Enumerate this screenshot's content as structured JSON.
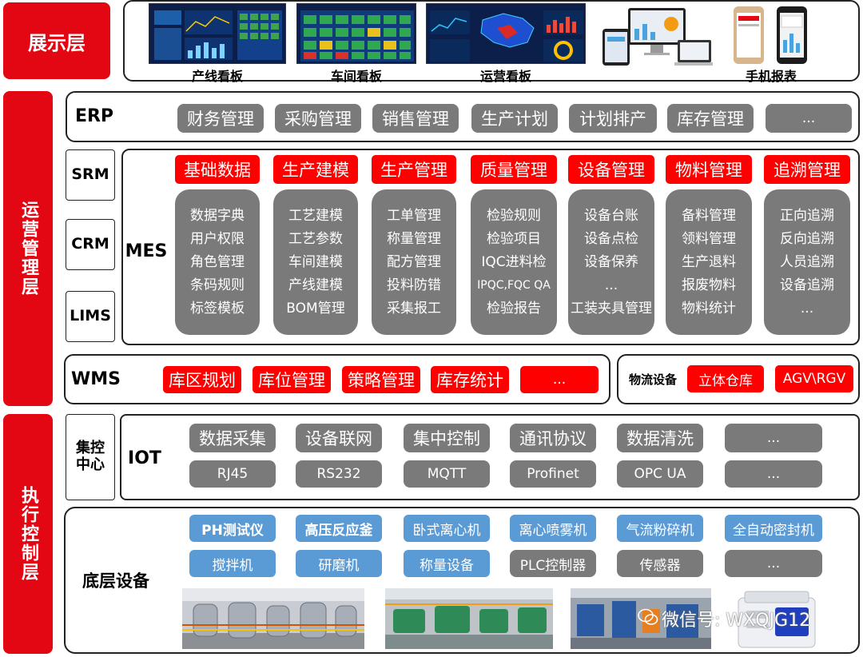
{
  "layers": {
    "display": "展示层",
    "operation": "运营管理层",
    "execution": "执行控制层"
  },
  "display": {
    "screens": [
      "产线看板",
      "车间看板",
      "运营看板",
      "手机报表"
    ]
  },
  "erp": {
    "label": "ERP",
    "items": [
      "财务管理",
      "采购管理",
      "销售管理",
      "生产计划",
      "计划排产",
      "库存管理",
      "..."
    ]
  },
  "side_systems": [
    "SRM",
    "CRM",
    "LIMS"
  ],
  "mes": {
    "label": "MES",
    "modules": [
      {
        "title": "基础数据",
        "items": [
          "数据字典",
          "用户权限",
          "角色管理",
          "条码规则",
          "标签模板"
        ]
      },
      {
        "title": "生产建模",
        "items": [
          "工艺建模",
          "工艺参数",
          "车间建模",
          "产线建模",
          "BOM管理"
        ]
      },
      {
        "title": "生产管理",
        "items": [
          "工单管理",
          "称量管理",
          "配方管理",
          "投料防错",
          "采集报工"
        ]
      },
      {
        "title": "质量管理",
        "items": [
          "检验规则",
          "检验项目",
          "IQC进料检",
          "IPQC,FQC QA",
          "检验报告"
        ]
      },
      {
        "title": "设备管理",
        "items": [
          "设备台账",
          "设备点检",
          "设备保养",
          "...",
          "工装夹具管理"
        ]
      },
      {
        "title": "物料管理",
        "items": [
          "备料管理",
          "领料管理",
          "生产退料",
          "报废物料",
          "物料统计"
        ]
      },
      {
        "title": "追溯管理",
        "items": [
          "正向追溯",
          "反向追溯",
          "人员追溯",
          "设备追溯",
          "..."
        ]
      }
    ]
  },
  "wms": {
    "label": "WMS",
    "items": [
      "库区规划",
      "库位管理",
      "策略管理",
      "库存统计",
      "..."
    ]
  },
  "logistics": {
    "label": "物流设备",
    "items": [
      "立体仓库",
      "AGV\\RGV"
    ]
  },
  "control_center": "集控中心",
  "iot": {
    "label": "IOT",
    "top": [
      "数据采集",
      "设备联网",
      "集中控制",
      "通讯协议",
      "数据清洗",
      "..."
    ],
    "bottom": [
      "RJ45",
      "RS232",
      "MQTT",
      "Profinet",
      "OPC UA",
      "..."
    ]
  },
  "devices": {
    "label": "底层设备",
    "row1": [
      "PH测试仪",
      "高压反应釜",
      "卧式离心机",
      "离心喷雾机",
      "气流粉碎机",
      "全自动密封机"
    ],
    "row2": [
      "搅拌机",
      "研磨机",
      "称量设备",
      "PLC控制器",
      "传感器",
      "..."
    ]
  },
  "watermark": "微信号: WXQJG12"
}
